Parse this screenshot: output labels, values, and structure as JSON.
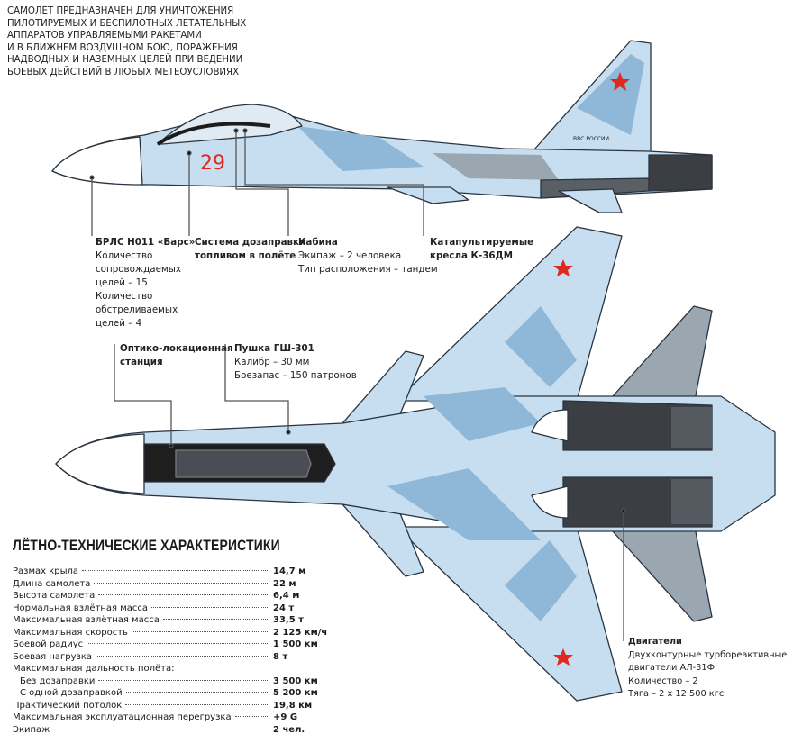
{
  "intro": {
    "lines": [
      "Самолёт предназначен для уничтожения",
      "пилотируемых и беспилотных летательных",
      "аппаратов управляемыми ракетами",
      "и в ближнем воздушном бою, поражения",
      "надводных и наземных целей при ведении",
      "боевых действий в любых метеоусловиях"
    ]
  },
  "aircraft": {
    "side_number": "29",
    "tail_text": "ВВС РОССИИ",
    "colors": {
      "light": "#c6def0",
      "mid": "#8fb8d8",
      "grey": "#9aa6b0",
      "dark": "#3b3f44",
      "star": "#e0281e"
    }
  },
  "callouts": {
    "radar": {
      "title": "БРЛС Н011 «Барс»",
      "lines": [
        "Количество",
        "сопровождаемых",
        "целей – 15",
        "Количество",
        "обстреливаемых",
        "целей – 4"
      ]
    },
    "refuel": {
      "title_lines": [
        "Система дозаправки",
        "топливом в полёте"
      ]
    },
    "cabin": {
      "title": "Кабина",
      "lines": [
        "Экипаж – 2 человека",
        "Тип расположения – тандем"
      ]
    },
    "seats": {
      "title_lines": [
        "Катапультируемые",
        "кресла К-36ДМ"
      ]
    },
    "ols": {
      "title_lines": [
        "Оптико-локационная",
        "станция"
      ]
    },
    "gun": {
      "title": "Пушка ГШ-301",
      "lines": [
        "Калибр – 30 мм",
        "Боезапас – 150 патронов"
      ]
    },
    "engines": {
      "title": "Двигатели",
      "lines": [
        "Двухконтурные турбореактивные",
        "двигатели АЛ-31Ф",
        "Количество – 2",
        "Тяга – 2 х 12 500 кгс"
      ]
    }
  },
  "specs": {
    "title": "Лётно-технические характеристики",
    "rows": [
      {
        "name": "Размах крыла",
        "value": "14,7 м"
      },
      {
        "name": "Длина самолета",
        "value": "22 м"
      },
      {
        "name": "Высота самолета",
        "value": "6,4 м"
      },
      {
        "name": "Нормальная взлётная масса",
        "value": "24 т"
      },
      {
        "name": "Максимальная взлётная масса",
        "value": "33,5 т"
      },
      {
        "name": "Максимальная скорость",
        "value": "2 125 км/ч"
      },
      {
        "name": "Боевой радиус",
        "value": "1 500 км"
      },
      {
        "name": "Боевая нагрузка",
        "value": "8 т"
      },
      {
        "name": "Максимальная дальность полёта:",
        "value": ""
      },
      {
        "name": "Без дозаправки",
        "value": "3 500 км"
      },
      {
        "name": "С одной дозаправкой",
        "value": "5 200 км"
      },
      {
        "name": "Практический потолок",
        "value": "19,8 км"
      },
      {
        "name": "Максимальная эксплуатационная перегрузка",
        "value": "+9 G"
      },
      {
        "name": "Экипаж",
        "value": "2 чел."
      }
    ]
  }
}
